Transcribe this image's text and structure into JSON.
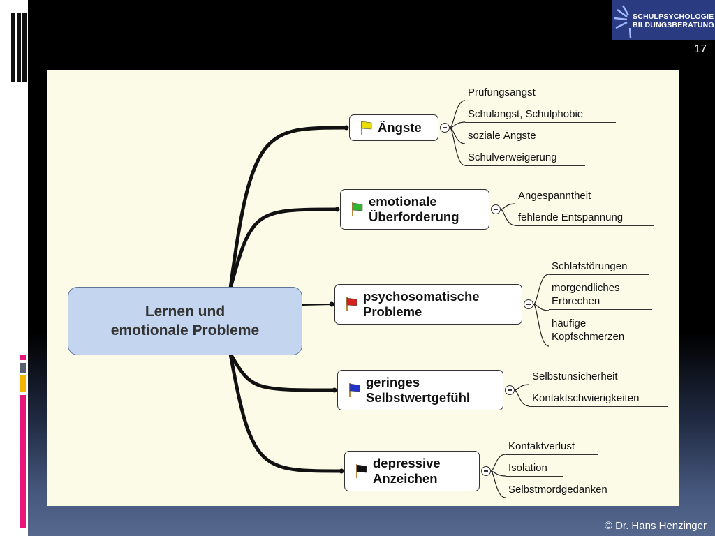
{
  "slide": {
    "page_number": "17",
    "footer": "© Dr. Hans Henzinger"
  },
  "logo": {
    "line1": "SCHULPSYCHOLOGIE",
    "line2": "BILDUNGSBERATUNG"
  },
  "mindmap": {
    "center": "Lernen und\nemotionale Probleme",
    "branches": [
      {
        "label": "Ängste",
        "flag": "yellow-flag-icon",
        "flag_color": "#e8dc00",
        "leaves": [
          "Prüfungsangst",
          "Schulangst, Schulphobie",
          "soziale Ängste",
          "Schulverweigerung"
        ]
      },
      {
        "label": "emotionale\nÜberforderung",
        "flag": "green-flag-icon",
        "flag_color": "#2fb52f",
        "leaves": [
          "Angespanntheit",
          "fehlende Entspannung"
        ]
      },
      {
        "label": "psychosomatische\nProbleme",
        "flag": "red-flag-icon",
        "flag_color": "#d62020",
        "leaves": [
          "Schlafstörungen",
          "morgendliches\nErbrechen",
          "häufige\nKopfschmerzen"
        ]
      },
      {
        "label": "geringes\nSelbstwertgefühl",
        "flag": "blue-flag-icon",
        "flag_color": "#2233c8",
        "leaves": [
          "Selbstunsicherheit",
          "Kontaktschwierigkeiten"
        ]
      },
      {
        "label": "depressive\nAnzeichen",
        "flag": "black-flag-icon",
        "flag_color": "#111111",
        "leaves": [
          "Kontaktverlust",
          "Isolation",
          "Selbstmordgedanken"
        ]
      }
    ]
  }
}
